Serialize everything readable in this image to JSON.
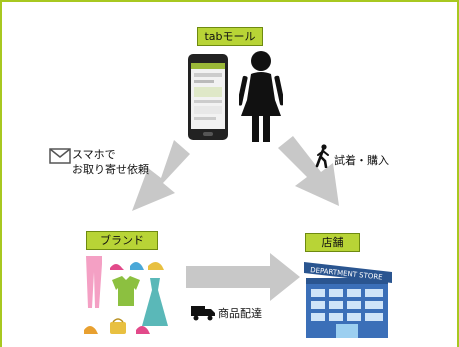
{
  "labels": {
    "tab_mall": "tabモール",
    "brand": "ブランド",
    "store": "店舗"
  },
  "edges": {
    "left_line1": "スマホで",
    "left_line2": "お取り寄せ依頼",
    "right": "試着・購入",
    "bottom": "商品配達"
  },
  "store_sign": "DEPARTMENT STORE",
  "icons": {
    "smartphone": "smartphone-icon",
    "person": "woman-icon",
    "mail": "mail-icon",
    "walking": "walking-person-icon",
    "truck": "truck-icon",
    "fashion": "fashion-items-icon",
    "building": "department-store-icon"
  },
  "colors": {
    "accent": "#b8d436",
    "frame": "#a8c820",
    "arrow": "#c8c8c8"
  }
}
